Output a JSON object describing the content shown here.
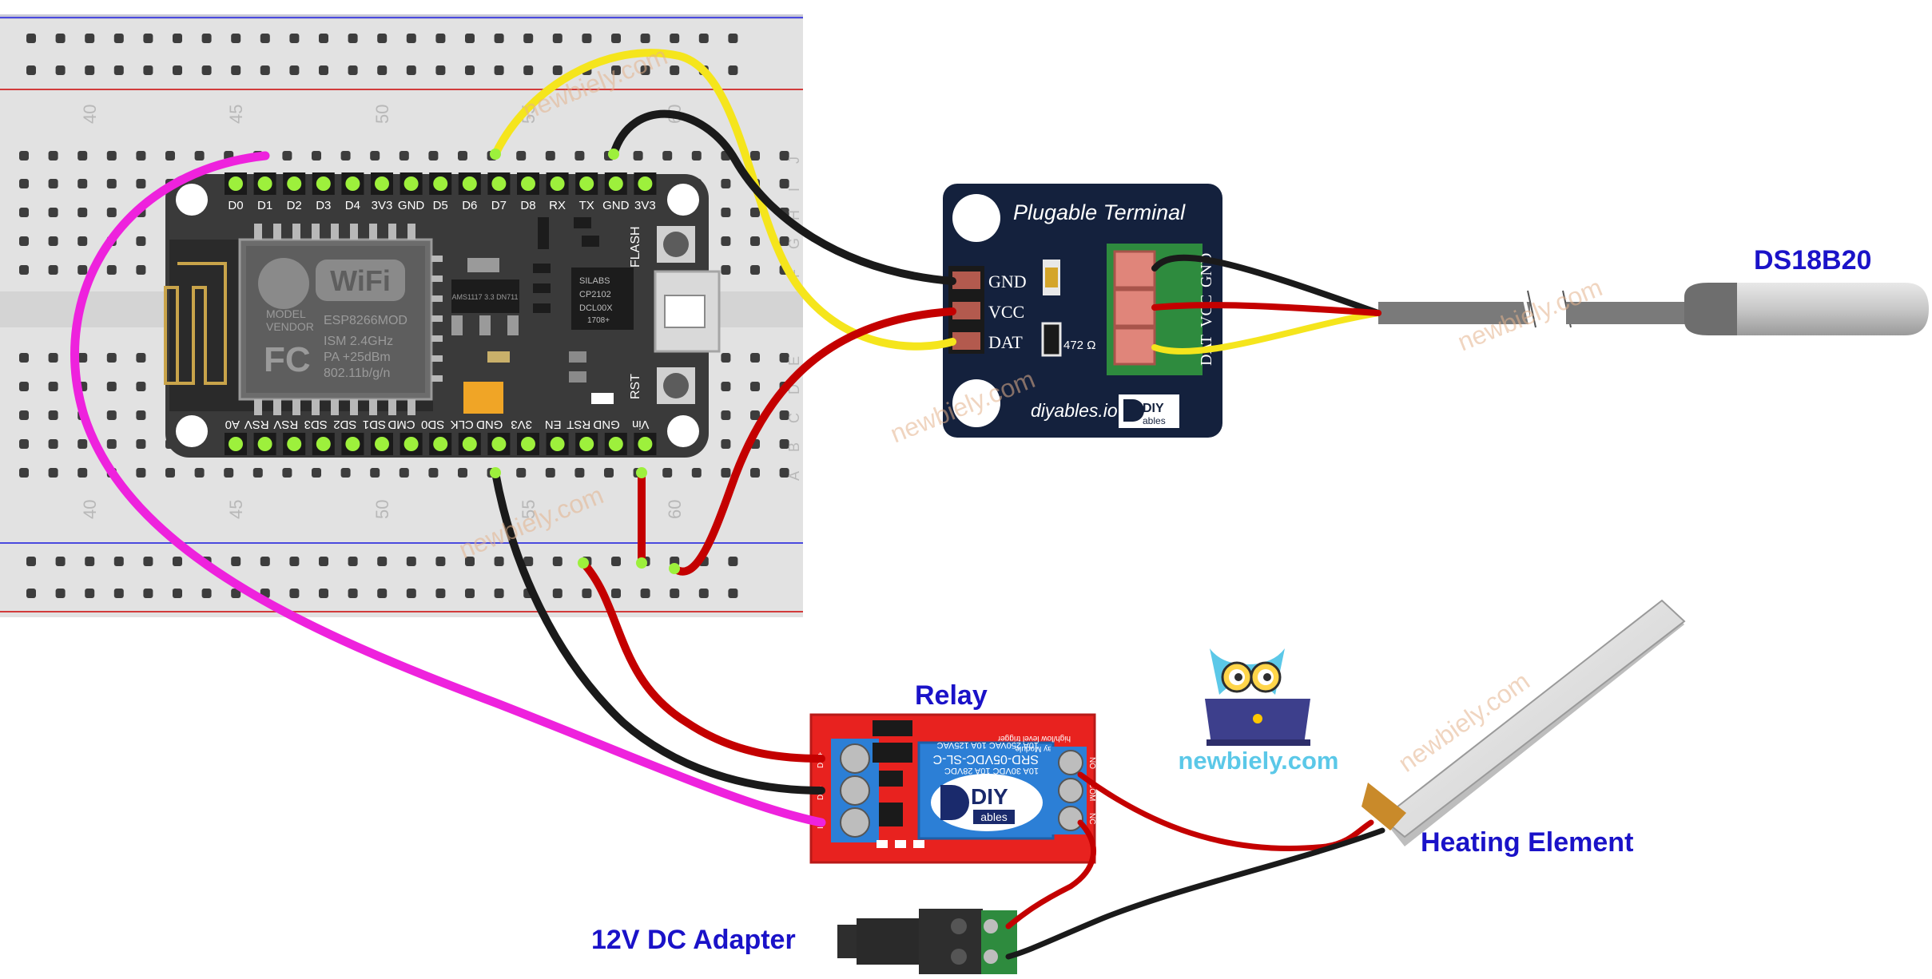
{
  "watermark": "newbiely.com",
  "breadboard": {
    "column_numbers_top": [
      "40",
      "45",
      "50",
      "55",
      "60"
    ],
    "column_numbers_bottom": [
      "40",
      "45",
      "50",
      "55",
      "60"
    ],
    "row_letters_top": [
      "J",
      "I",
      "H",
      "G",
      "F"
    ],
    "row_letters_bottom": [
      "E",
      "D",
      "C",
      "B",
      "A"
    ]
  },
  "esp8266": {
    "top_pins": [
      "D0",
      "D1",
      "D2",
      "D3",
      "D4",
      "3V3",
      "GND",
      "D5",
      "D6",
      "D7",
      "D8",
      "RX",
      "TX",
      "GND",
      "3V3"
    ],
    "bottom_pins": [
      "A0",
      "RSV",
      "RSV",
      "SD3",
      "SD2",
      "SD1",
      "CMD",
      "SD0",
      "CLK",
      "GND",
      "3V3",
      "EN",
      "RST",
      "GND",
      "Vin"
    ],
    "module_brand": "WiFi",
    "module_lines": [
      "MODEL",
      "VENDOR",
      "ESP8266MOD",
      "ISM 2.4GHz",
      "PA +25dBm",
      "802.11b/g/n"
    ],
    "fc_mark": "FC",
    "regulator": "AMS1117 3.3 DN711",
    "usb_chip": [
      "SILABS",
      "CP2102",
      "DCL00X",
      "1708+"
    ],
    "flash_label": "FLASH",
    "rst_label": "RST"
  },
  "terminal_board": {
    "title": "Plugable Terminal",
    "pins": [
      "GND",
      "VCC",
      "DAT"
    ],
    "screw_labels": [
      "GND",
      "VCC",
      "DAT"
    ],
    "resistor": "472 Ω",
    "brand": "diyables.io",
    "logo_top": "DIY",
    "logo_bottom": "ables"
  },
  "sensor": {
    "label": "DS18B20"
  },
  "relay": {
    "label": "Relay",
    "relay_text": [
      "SRD-05VDC-SL-C",
      "10A 250VAC 10A 125VAC",
      "10A 30VDC 10A 28VDC"
    ],
    "board_text": [
      "1 Relay Module",
      "high/low level trigger"
    ],
    "logo_top": "DIY",
    "logo_bottom": "ables",
    "input_pins": [
      "DC+",
      "DC-",
      "IN"
    ],
    "output_pins": [
      "NO",
      "COM",
      "NC"
    ]
  },
  "heater": {
    "label": "Heating Element"
  },
  "adapter": {
    "label": "12V DC Adapter"
  },
  "brand": {
    "text": "newbiely.com"
  },
  "colors": {
    "wire_yellow": "#f5e51c",
    "wire_black": "#1a1a1a",
    "wire_red": "#c40000",
    "wire_magenta": "#ee22dd",
    "label_blue": "#1a12c8",
    "board_dark": "#3a3a3a",
    "terminal_navy": "#14213d",
    "relay_red": "#e8221f",
    "relay_blue": "#2c7fd6"
  }
}
